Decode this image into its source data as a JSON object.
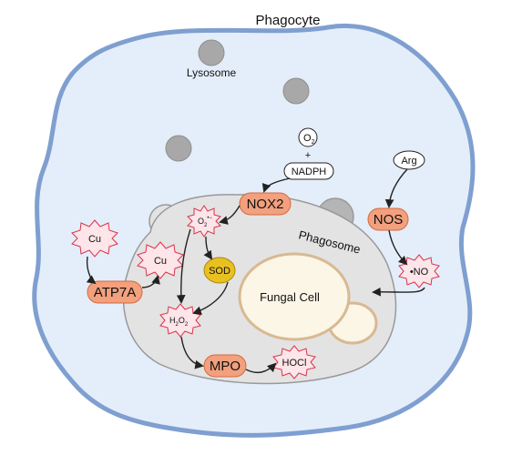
{
  "title": "Phagocyte",
  "labels": {
    "lysosome": "Lysosome",
    "phagosome": "Phagosome",
    "fungal_cell": "Fungal Cell"
  },
  "molecules": {
    "o2": "O",
    "o2_sub": "2",
    "plus": "+",
    "nadph": "NADPH",
    "arg": "Arg",
    "nox2": "NOX2",
    "nos": "NOS",
    "superoxide": "O",
    "superoxide_sub": "2",
    "superoxide_sup": "•−",
    "sod": "SOD",
    "h2o2_h": "H",
    "h2o2_sub1": "2",
    "h2o2_o": "O",
    "h2o2_sub2": "2",
    "mpo": "MPO",
    "hocl": "HOCl",
    "no": "•NO",
    "cu_in": "Cu",
    "cu_out": "Cu",
    "atp7a": "ATP7A"
  },
  "colors": {
    "cell_fill": "#e4eefa",
    "cell_border": "#7f9fd0",
    "phagosome_fill": "#e3e3e3",
    "phagosome_border": "#999999",
    "lysosome_fill": "#a8a8a8",
    "enzyme_fill": "#f2a07e",
    "sod_fill": "#e8c120",
    "burst_fill": "#fde5e9",
    "burst_stroke": "#d9344c",
    "fungal_fill": "#fbf6e6",
    "fungal_border": "#d8b992"
  }
}
